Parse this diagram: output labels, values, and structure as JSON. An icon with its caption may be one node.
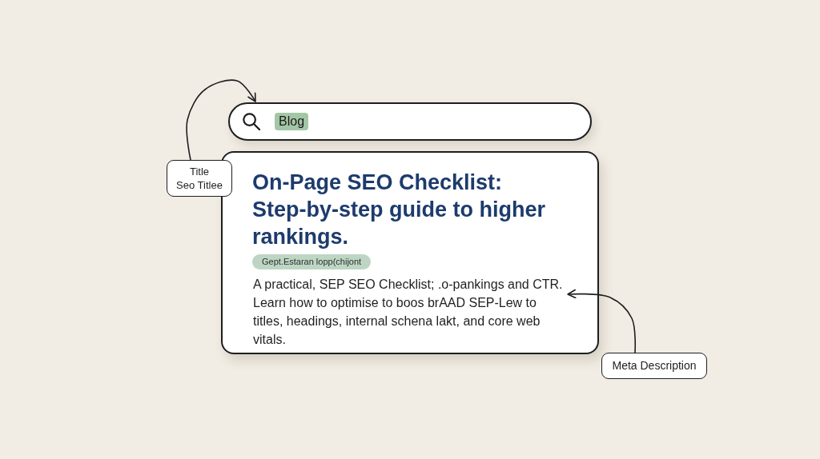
{
  "diagram": {
    "nodes": [
      {
        "text": [
          "Blog"
        ]
      },
      {
        "text": [
          "Title",
          "Seo Titlee"
        ]
      },
      {
        "text": [
          "On-Page SEO Checklist: Step-by-step guide to higher rankings."
        ]
      },
      {
        "text": [
          "Gept.Estaran lopp(chijont"
        ],
        "in": 2
      },
      {
        "text": [
          "A practical, SEP SEO Checklist; .o-pankings and CTR. Learn how to optimise to boos brAAD SEP-Lew to titles, headings, internal schena lakt, and core web vitals."
        ],
        "in": 2
      },
      {
        "text": [
          "Meta Description"
        ]
      }
    ],
    "edges": [
      {
        "from": 1,
        "to": 0,
        "arrow": "to"
      },
      {
        "from": 5,
        "to": 4,
        "arrow": "to"
      }
    ]
  }
}
